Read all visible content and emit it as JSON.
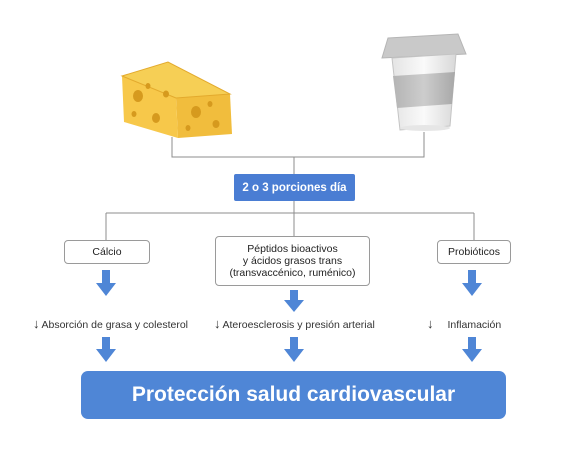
{
  "nodes": {
    "cheese": {
      "icon": "cheese-wedge-icon"
    },
    "yogurt": {
      "icon": "yogurt-cup-icon"
    },
    "portions": {
      "label": "2 o 3 porciones día"
    },
    "calcio": {
      "label": "Cálcio"
    },
    "peptidos": {
      "label": "Péptidos bioactivos\ny ácidos grasos trans\n(transvaccénico, ruménico)"
    },
    "probioticos": {
      "label": "Probióticos"
    },
    "effect_1": {
      "arrow": "↓",
      "text": "Absorción de grasa y colesterol"
    },
    "effect_2": {
      "arrow": "↓",
      "text": "Ateroesclerosis y presión arterial"
    },
    "effect_3": {
      "arrow": "↓",
      "text": "Inflamación"
    },
    "final": {
      "label": "Protección salud cardiovascular"
    }
  },
  "colors": {
    "accent_blue": "#4a7dd3",
    "arrow_blue": "#4f86d6",
    "connector_gray": "#8c8c8c",
    "box_border": "#9a9a9a"
  }
}
